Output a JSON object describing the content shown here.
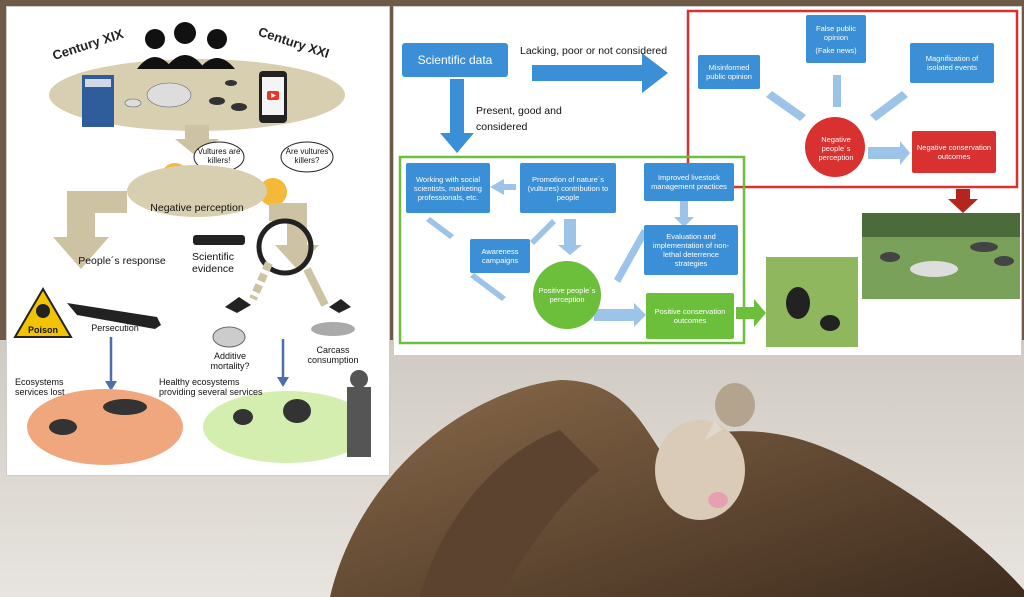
{
  "left": {
    "century_left": "Century XIX",
    "century_right": "Century XXI",
    "bubble_left": "Vultures are killers!",
    "bubble_right": "Are vultures killers?",
    "negative_perception": "Negative perception",
    "peoples_response": "People´s response",
    "scientific_evidence": "Scientific evidence",
    "poison": "Poison",
    "persecution": "Persecution",
    "additive_mortality": "Additive mortality?",
    "carcass_consumption": "Carcass consumption",
    "ecosystem_lost": "Ecosystems services lost",
    "healthy_ecosystems": "Healthy ecosystems providing several services"
  },
  "right": {
    "scientific_data": "Scientific data",
    "lacking": "Lacking, poor or not considered",
    "present": "Present, good and considered",
    "misinformed": "Misinformed public opinion",
    "false_opinion": "False public opinion",
    "fake_news": "(Fake news)",
    "magnification": "Magnification of isolated events",
    "negative_perception": "Negative people´s perception",
    "negative_outcomes": "Negative conservation outcomes",
    "working_with": "Working with social scientists, marketing professionals, etc.",
    "promotion": "Promotion of nature´s (vultures) contribution to people",
    "improved_livestock": "Improved livestock management practices",
    "awareness": "Awareness campaigns",
    "evaluation": "Evaluation and implementation of non-lethal deterrence strategies",
    "positive_perception": "Positive people´s perception",
    "positive_outcomes": "Positive conservation outcomes"
  },
  "colors": {
    "blue": "#3b8fd6",
    "red": "#d8312f",
    "green": "#6cbf3a",
    "tan": "#d8cfb0"
  }
}
